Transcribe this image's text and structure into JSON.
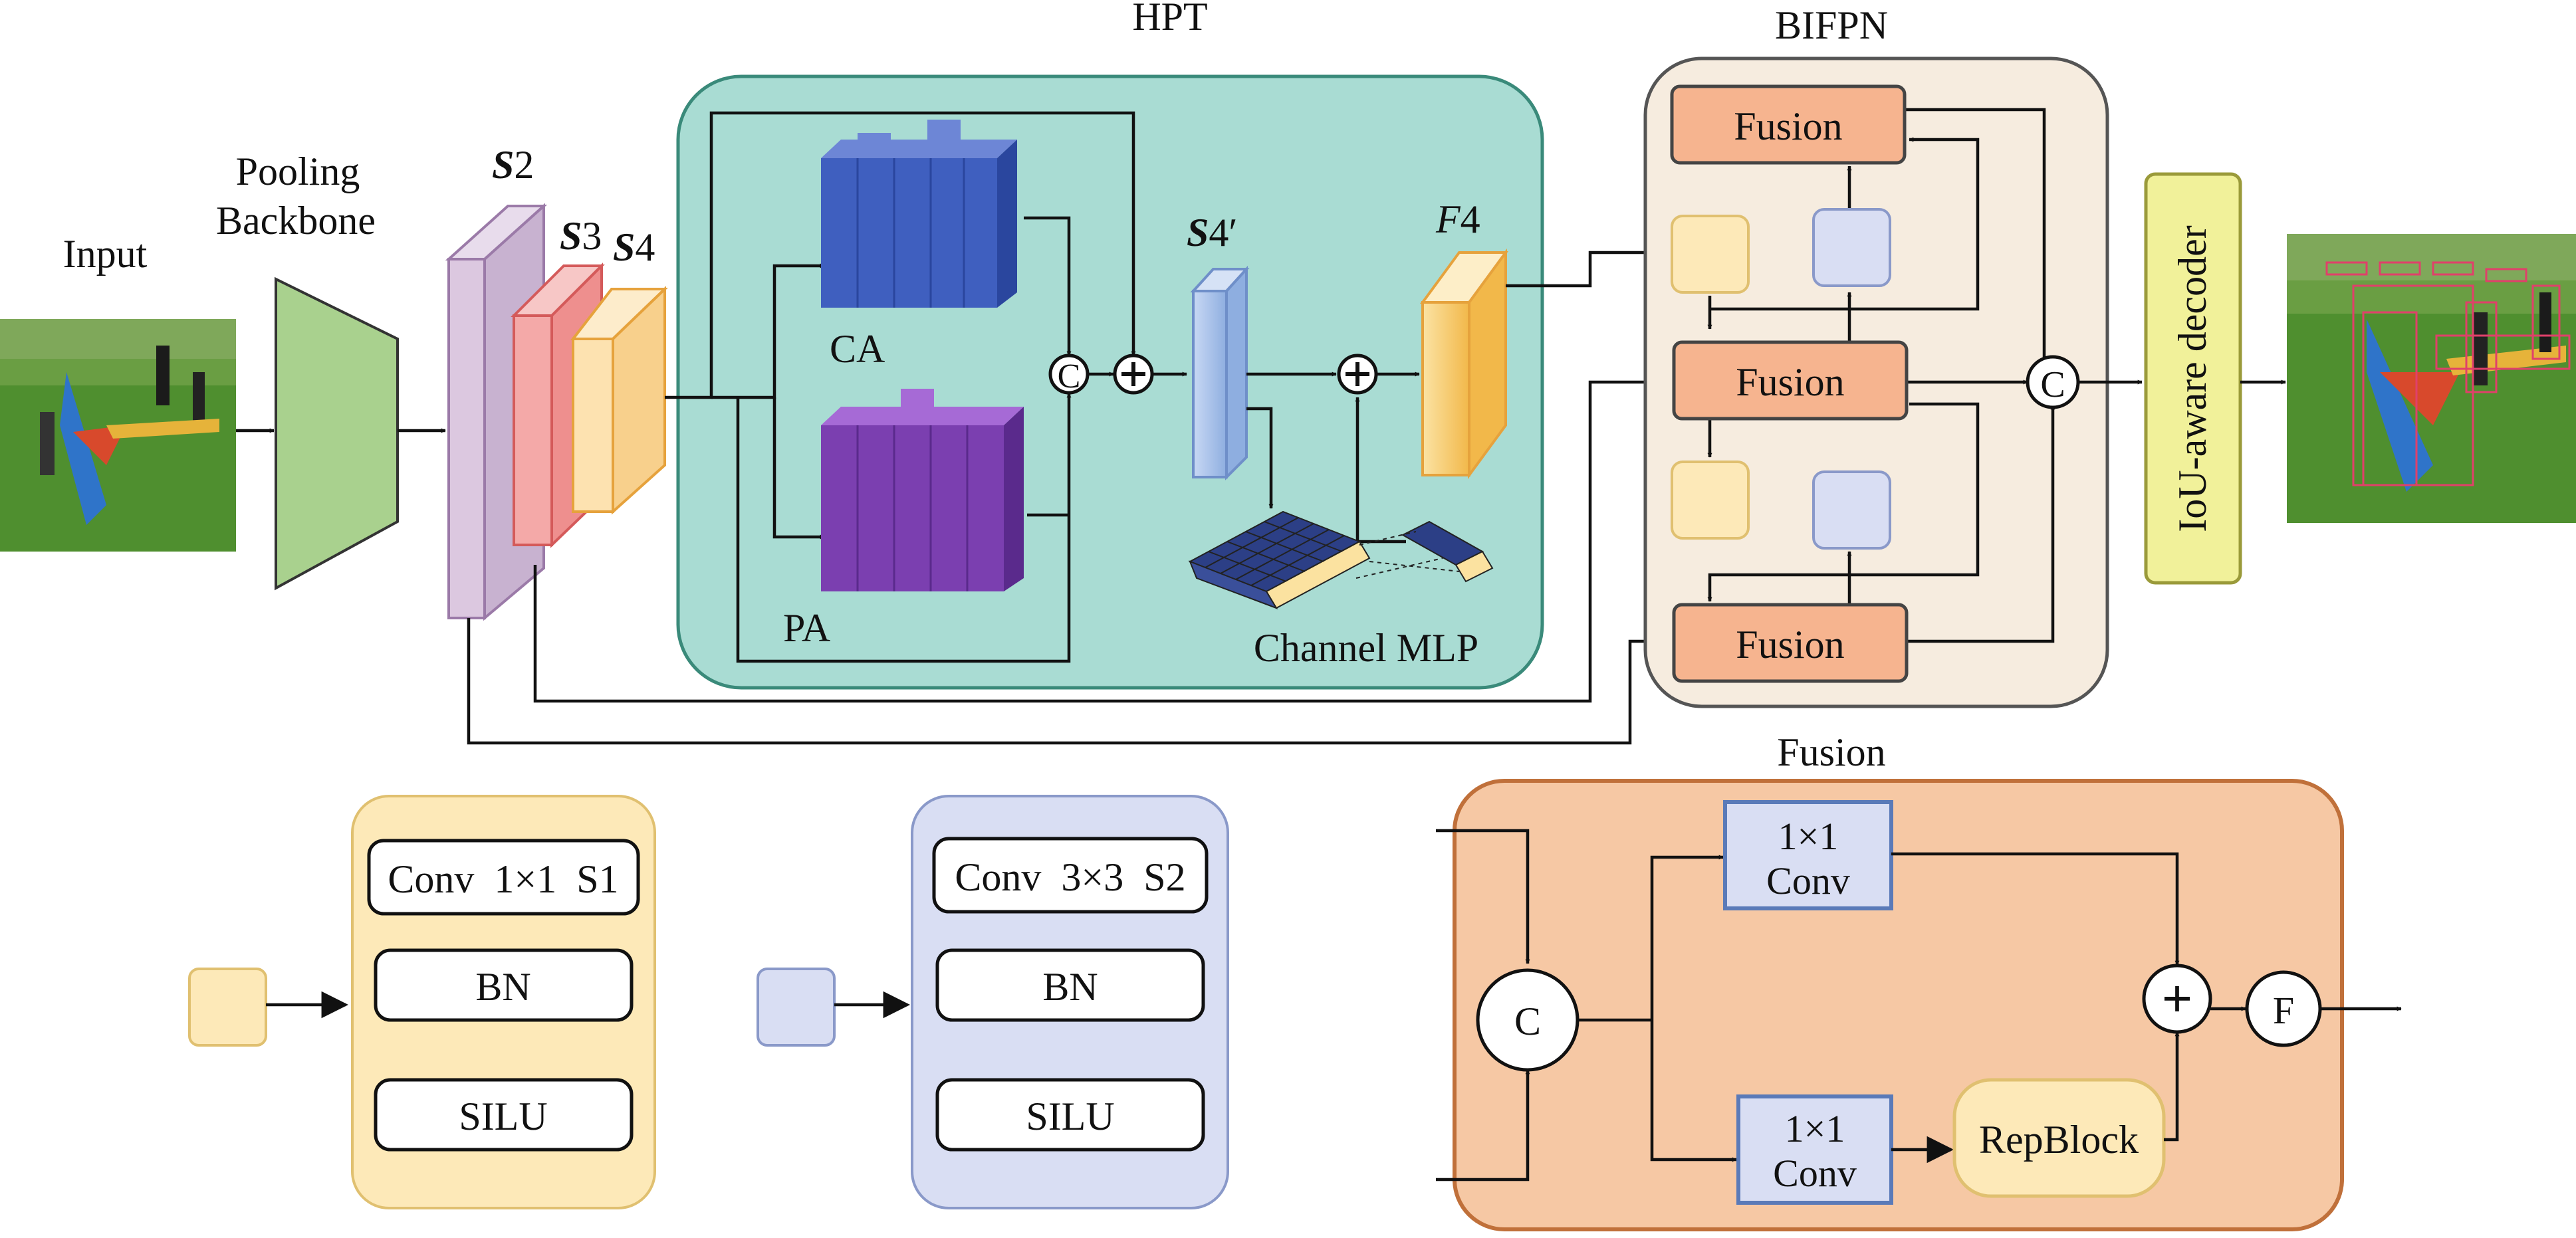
{
  "labels": {
    "input": "Input",
    "backbone_line1": "Pooling",
    "backbone_line2": "Backbone",
    "s2": "2",
    "s3": "3",
    "s4": "4",
    "s_prefix": "S",
    "hpt_title": "HPT",
    "ca": "CA",
    "pa": "PA",
    "s4_prime": "4′",
    "f4_prefix": "F",
    "f4": "4",
    "channel_mlp": "Channel MLP",
    "bifpn_title": "BIFPN",
    "fusion_block": "Fusion",
    "concat": "C",
    "decoder": "IoU-aware decoder"
  },
  "legend": {
    "yellow_block": {
      "layers": [
        "Conv  1×1  S1",
        "BN",
        "SILU"
      ]
    },
    "blue_block": {
      "layers": [
        "Conv  3×3  S2",
        "BN",
        "SILU"
      ]
    }
  },
  "fusion_detail": {
    "title": "Fusion",
    "concat": "C",
    "conv_top_line1": "1×1",
    "conv_top_line2": "Conv",
    "conv_bottom_line1": "1×1",
    "conv_bottom_line2": "Conv",
    "repblock": "RepBlock",
    "add": "+",
    "output": "F"
  },
  "colors": {
    "backbone": "#a9d18e",
    "s2": "#dcc8e0",
    "s3": "#f4a9a8",
    "s4": "#fde2b0",
    "hpt_bg": "#a9dcd3",
    "ca": "#3f5fbf",
    "pa": "#7b3fb0",
    "s4_prime": "#a9c4ea",
    "f4": "#f6c661",
    "bifpn_bg": "#f6ecdf",
    "fusion": "#f6b48f",
    "yellow_block": "#fde9b8",
    "blue_block": "#d9def3",
    "decoder": "#f1f19a",
    "fusion_detail_bg": "#f6c8a4"
  }
}
